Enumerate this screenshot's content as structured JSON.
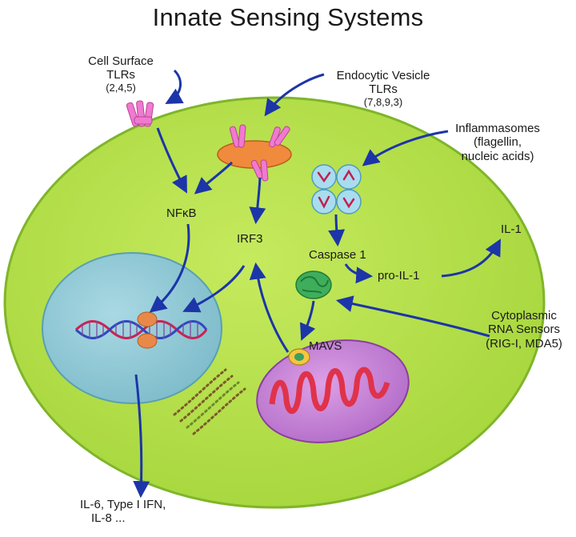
{
  "title": "Innate Sensing Systems",
  "labels": {
    "cell_surface_tlrs": {
      "line1": "Cell Surface",
      "line2": "TLRs",
      "line3": "(2,4,5)"
    },
    "endocytic_tlrs": {
      "line1": "Endocytic Vesicle",
      "line2": "TLRs",
      "line3": "(7,8,9,3)"
    },
    "inflammasomes": {
      "line1": "Inflammasomes",
      "line2": "(flagellin,",
      "line3": "nucleic acids)"
    },
    "cytoplasmic_sensors": {
      "line1": "Cytoplasmic",
      "line2": "RNA Sensors",
      "line3": "(RIG-I, MDA5)"
    },
    "outputs": {
      "line1": "IL-6, Type I IFN,",
      "line2": "IL-8 ..."
    }
  },
  "nodes": {
    "nfkb": "NFκB",
    "irf3": "IRF3",
    "caspase1": "Caspase 1",
    "pro_il1": "pro-IL-1",
    "il1": "IL-1",
    "mavs": "MAVS"
  },
  "colors": {
    "cell": "#b5e04a",
    "cell_border": "#7fb52a",
    "nucleus": "#8ec9d6",
    "arrow": "#1c35a8",
    "receptor": "#f07ad0",
    "vesicle": "#f08a3c",
    "mitochondrion": "#c97bd8",
    "cristae": "#e0324a",
    "inflammasome": "#a9dcef"
  }
}
